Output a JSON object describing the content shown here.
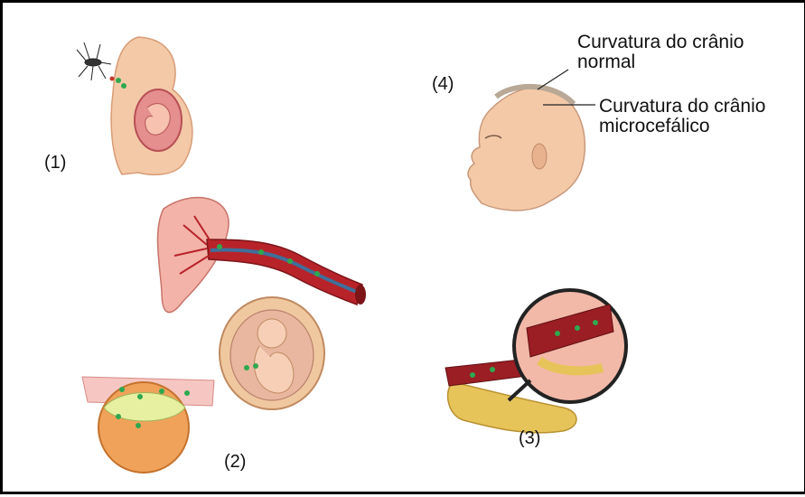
{
  "panels": {
    "p1": "(1)",
    "p2": "(2)",
    "p3": "(3)",
    "p4": "(4)"
  },
  "annotations": {
    "normal_line1": "Curvatura do crânio",
    "normal_line2": "normal",
    "micro_line1": "Curvatura do crânio",
    "micro_line2": "microcefálico"
  },
  "colors": {
    "skin": "#f3c9a8",
    "vessel_red": "#b8232a",
    "vessel_blue": "#3f6f9a",
    "virus_green": "#2fa84f",
    "brain_yellow": "#e7c45a",
    "embryo_orange": "#f0a25a"
  },
  "icons": [
    "mosquito-icon",
    "magnifier-icon"
  ]
}
